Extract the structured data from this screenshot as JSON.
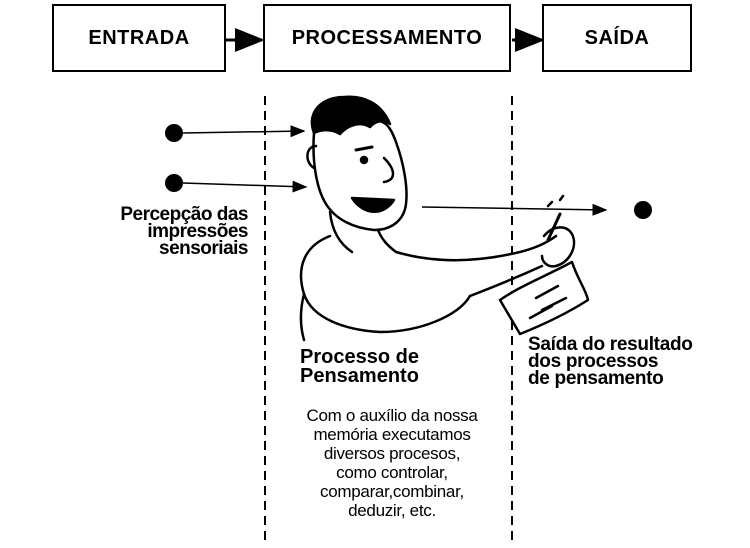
{
  "boxes": {
    "input": "ENTRADA",
    "processing": "PROCESSAMENTO",
    "output": "SAÍDA"
  },
  "perception_label": [
    "Percepção das",
    "impressões",
    "sensoriais"
  ],
  "process_title": [
    "Processo de",
    "Pensamento"
  ],
  "process_description": [
    "Com o auxílio da nossa",
    "memória executamos",
    "diversos procesos,",
    "como controlar,",
    "comparar,combinar,",
    "deduzir, etc."
  ],
  "output_label": [
    "Saída do resultado",
    "dos processos",
    "de pensamento"
  ],
  "illustration": "man-thinking-holding-paper-icon"
}
